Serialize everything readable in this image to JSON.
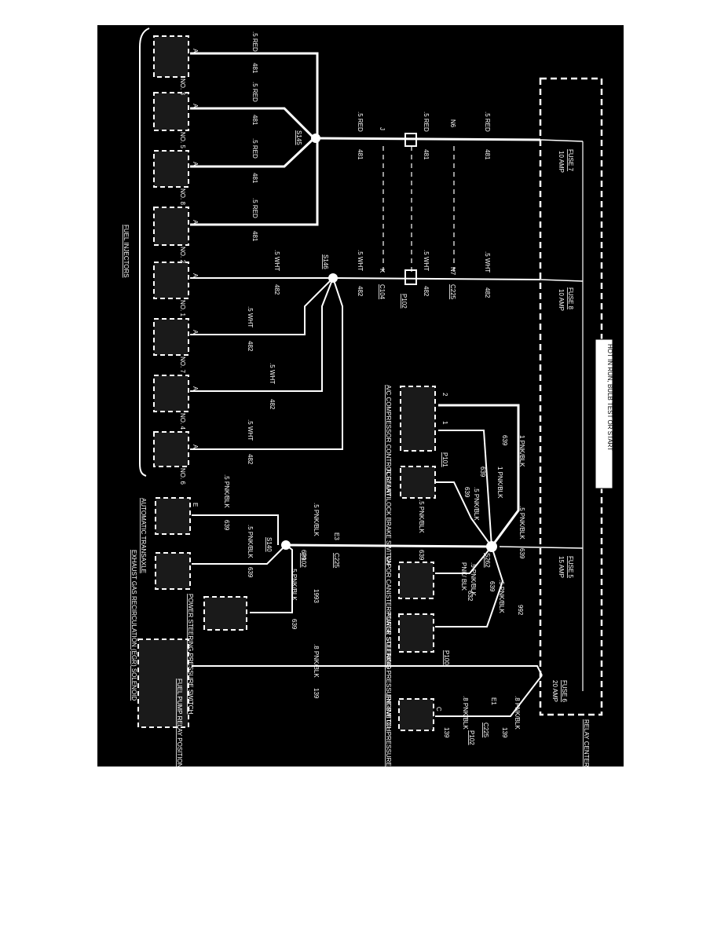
{
  "header": {
    "hot": "HOT IN RUN, BULB TEST OR START",
    "relay_center": "RELAY CENTER"
  },
  "group_label": "FUEL INJECTORS",
  "fuses": [
    {
      "name": "FUSE 7",
      "rating": "10 AMP"
    },
    {
      "name": "FUSE 8",
      "rating": "10 AMP"
    },
    {
      "name": "FUSE 5",
      "rating": "15 AMP"
    },
    {
      "name": "FUSE 6",
      "rating": "20 AMP"
    }
  ],
  "injectors": [
    {
      "label": "NO. 3",
      "pin": "A",
      "wire": ".5 RED",
      "circuit": "481"
    },
    {
      "label": "NO. 5",
      "pin": "A",
      "wire": ".5 RED",
      "circuit": "481"
    },
    {
      "label": "NO. 8",
      "pin": "A",
      "wire": ".5 RED",
      "circuit": "481"
    },
    {
      "label": "NO. 2",
      "pin": "A",
      "wire": ".5 RED",
      "circuit": "481"
    },
    {
      "label": "NO. 1",
      "pin": "A",
      "wire": ".5 WHT",
      "circuit": "482"
    },
    {
      "label": "NO. 7",
      "pin": "A",
      "wire": ".5 WHT",
      "circuit": "482"
    },
    {
      "label": "NO. 4",
      "pin": "A",
      "wire": ".5 WHT",
      "circuit": "482"
    },
    {
      "label": "NO. 6",
      "pin": "A",
      "wire": ".5 WHT",
      "circuit": "482"
    }
  ],
  "splices": [
    "S145",
    "S146",
    "S262",
    "S140"
  ],
  "connectors": [
    "C104",
    "P102",
    "C225",
    "P101",
    "P100"
  ],
  "connector_pins": [
    "J",
    "N6",
    "K",
    "N7",
    "E3",
    "E1",
    "C",
    "E",
    "2",
    "1"
  ],
  "components": [
    "A/C COMPRESSOR CONTROL RELAY",
    "TCC/ ANTILOCK BRAKE SWITCH",
    "VAPOR CANISTER PURGE SOLENOID",
    "POWER STEERING PRESSURE SWITCH",
    "ENGINE OIL PRESSURE SWITCH",
    "AUTOMATIC TRANSAXLE",
    "EXHAUST GAS RECIRCULATION (EGR) SOLENOID",
    "POWER STEERING PRESSURE SWITCH",
    "FUEL PUMP RELAY POSITION \"H\""
  ],
  "wire_labels": {
    "red": ".5 RED",
    "wht": ".5 WHT",
    "pnk_1": "1 PNK/BLK",
    "pnk_5": ".5 PNK/BLK",
    "pnk_8": ".8 PNK/BLK",
    "pnk_blk_short": "PNK/ BLK",
    "c481": "481",
    "c482": "482",
    "c639": "639",
    "c632": "632",
    "c139": "139",
    "c992": "992",
    "c1993": "1993"
  },
  "colors": {
    "background": "#000000",
    "wire": "#ffffff",
    "page": "#ffffff"
  }
}
